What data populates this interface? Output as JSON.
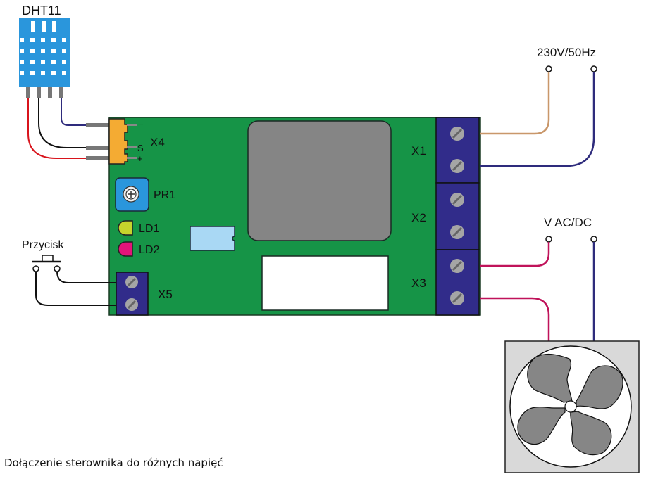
{
  "diagram": {
    "caption": "Dołączenie sterownika do różnych napięć",
    "sensor": {
      "label": "DHT11",
      "color": "#2a96dc"
    },
    "button": {
      "label": "Przycisk"
    },
    "board": {
      "color": "#169447",
      "connectors": {
        "x4": {
          "label": "X4",
          "pins": [
            "−",
            "S",
            "+"
          ]
        },
        "x1": {
          "label": "X1"
        },
        "x2": {
          "label": "X2"
        },
        "x3": {
          "label": "X3"
        },
        "x5": {
          "label": "X5"
        }
      },
      "potentiometer": {
        "label": "PR1"
      },
      "leds": [
        {
          "label": "LD1",
          "color": "#c6d42c"
        },
        {
          "label": "LD2",
          "color": "#e4147a"
        }
      ]
    },
    "power_mains": {
      "label": "230V/50Hz"
    },
    "power_load": {
      "label": "V AC/DC"
    },
    "wire_colors": {
      "red": "#d8141c",
      "black": "#111111",
      "blue": "#2e2b7c",
      "brown": "#c9976a",
      "magenta": "#c0135a"
    }
  }
}
